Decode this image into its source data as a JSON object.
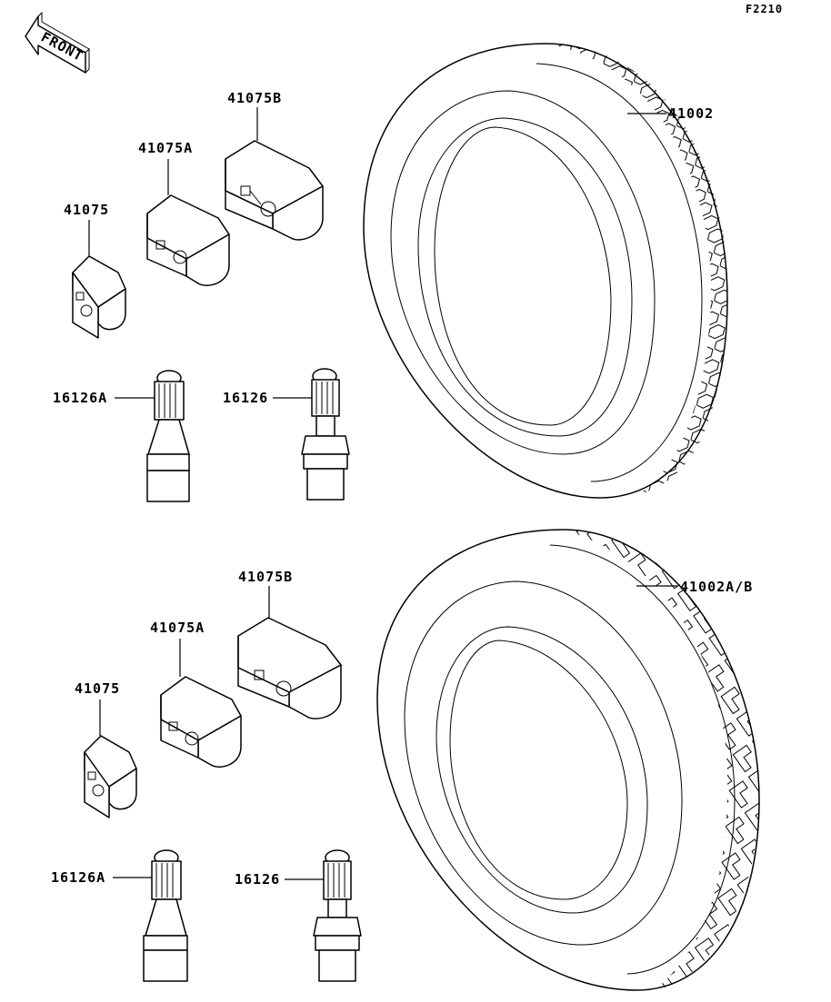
{
  "figure_id": "F2210",
  "front_badge": {
    "text": "FRONT",
    "icon": "front-direction-arrow-icon"
  },
  "upper": {
    "tire_label": "41002",
    "weight_large_label": "41075B",
    "weight_medium_label": "41075A",
    "weight_small_label": "41075",
    "valve_rubber_label": "16126A",
    "valve_metal_label": "16126"
  },
  "lower": {
    "tire_label": "41002A/B",
    "weight_large_label": "41075B",
    "weight_medium_label": "41075A",
    "weight_small_label": "41075",
    "valve_rubber_label": "16126A",
    "valve_metal_label": "16126"
  }
}
